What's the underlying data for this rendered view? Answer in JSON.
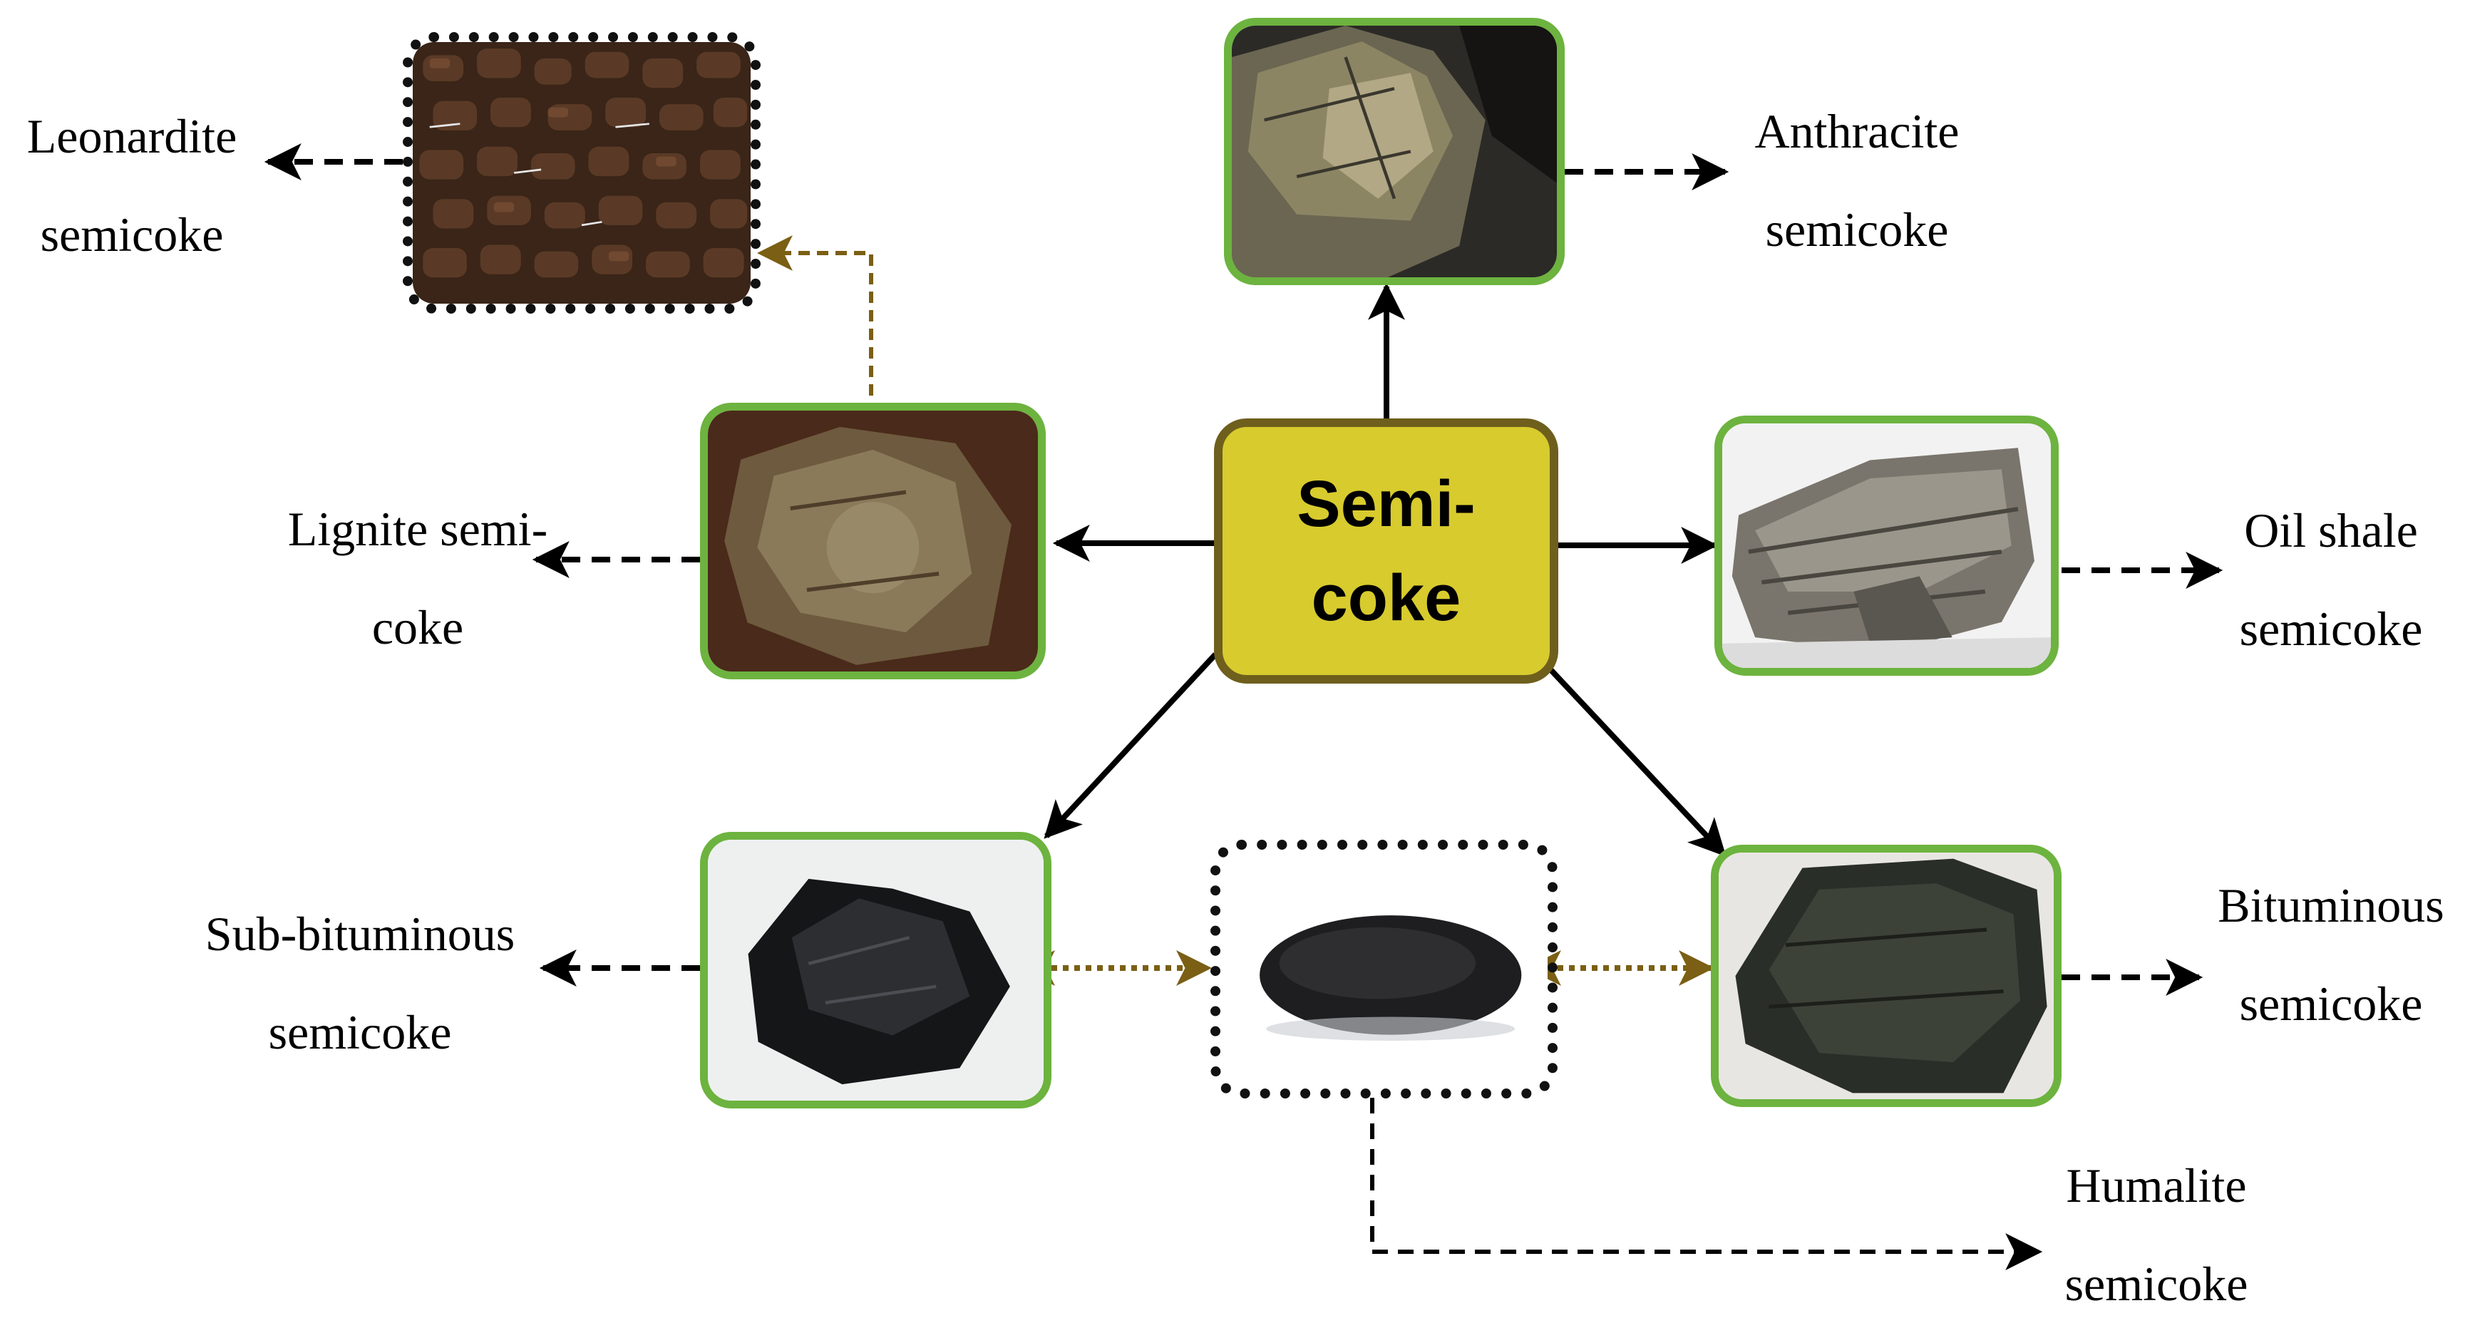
{
  "diagram": {
    "center": {
      "line1": "Semi-",
      "line2": "coke"
    },
    "labels": {
      "leonardite": {
        "line1": "Leonardite",
        "line2": "semicoke"
      },
      "anthracite": {
        "line1": "Anthracite",
        "line2": "semicoke"
      },
      "lignite": {
        "line1": "Lignite semi-",
        "line2": "coke"
      },
      "oil_shale": {
        "line1": "Oil shale",
        "line2": "semicoke"
      },
      "sub_bituminous": {
        "line1": "Sub-bituminous",
        "line2": "semicoke"
      },
      "bituminous": {
        "line1": "Bituminous",
        "line2": "semicoke"
      },
      "humalite": {
        "line1": "Humalite",
        "line2": "semicoke"
      }
    },
    "colors": {
      "center_fill": "#d8cb2e",
      "center_border": "#6e5f1d",
      "photo_border": "#6db33f",
      "dotted_border": "#111111",
      "olive_arrow": "#7a5f14",
      "arrow": "#000000"
    }
  }
}
